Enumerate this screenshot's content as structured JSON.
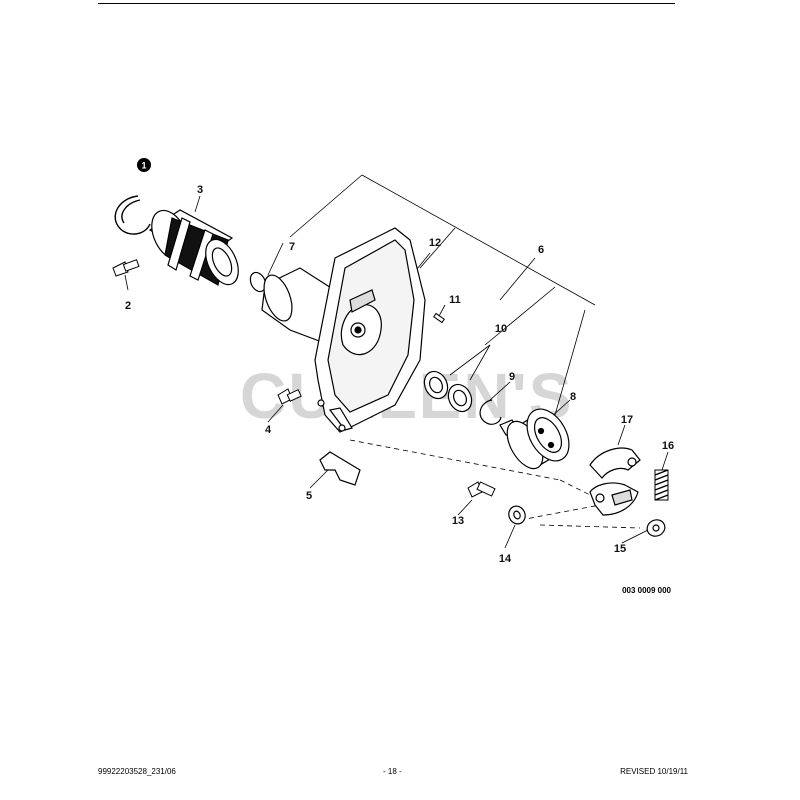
{
  "parts": [
    {
      "id": "note1",
      "label": "1"
    },
    {
      "id": "p2",
      "label": "2"
    },
    {
      "id": "p3",
      "label": "3"
    },
    {
      "id": "p4",
      "label": "4"
    },
    {
      "id": "p5",
      "label": "5"
    },
    {
      "id": "p6",
      "label": "6"
    },
    {
      "id": "p7",
      "label": "7"
    },
    {
      "id": "p8",
      "label": "8"
    },
    {
      "id": "p9",
      "label": "9"
    },
    {
      "id": "p10",
      "label": "10"
    },
    {
      "id": "p11",
      "label": "11"
    },
    {
      "id": "p12",
      "label": "12"
    },
    {
      "id": "p13",
      "label": "13"
    },
    {
      "id": "p14",
      "label": "14"
    },
    {
      "id": "p15",
      "label": "15"
    },
    {
      "id": "p16",
      "label": "16"
    },
    {
      "id": "p17",
      "label": "17"
    }
  ],
  "watermark": "CULLEN'S",
  "diagram_ref": "003 0009 000",
  "footer": {
    "left": "99922203528_231/06",
    "center": "- 18 -",
    "right": "REVISED 10/19/11"
  }
}
